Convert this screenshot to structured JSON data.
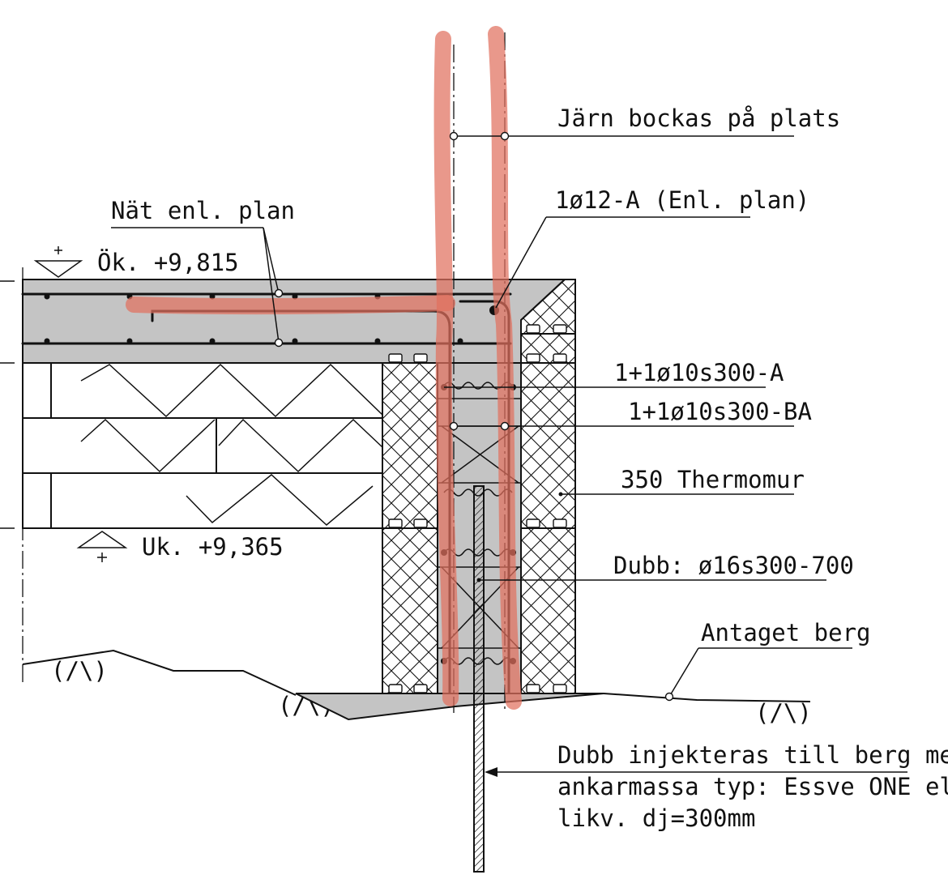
{
  "labels": {
    "jarn_bockas": "Järn bockas på plats",
    "rebar_top": "1ø12-A (Enl. plan)",
    "nat": "Nät enl. plan",
    "ok_level": "Ök. +9,815",
    "uk_level": "Uk. +9,365",
    "rebar_a": "1+1ø10s300-A",
    "rebar_ba": "1+1ø10s300-BA",
    "thermomur": "350 Thermomur",
    "dubb": "Dubb: ø16s300-700",
    "antaget_berg": "Antaget berg",
    "dubb_note_1": "Dubb injekteras till berg med",
    "dubb_note_2": "ankarmassa typ: Essve ONE el.",
    "dubb_note_3": "likv. dj=300mm"
  },
  "colors": {
    "concrete": "#c4c4c4",
    "highlight": "#e0705e",
    "ink": "#111111"
  }
}
